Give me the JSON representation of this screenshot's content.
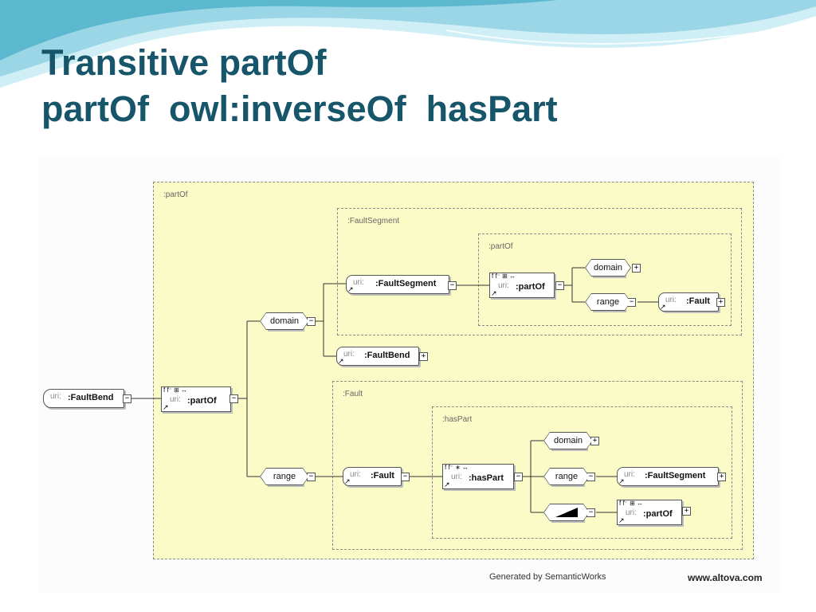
{
  "slide": {
    "title_line1": "Transitive partOf",
    "title_line2": "partOf  owl:inverseOf  hasPart"
  },
  "diagram": {
    "frames": {
      "outer": ":partOf",
      "fault_segment": ":FaultSegment",
      "inner_part_of": ":partOf",
      "fault": ":Fault",
      "has_part": ":hasPart"
    },
    "nodes": {
      "fault_bend_root": {
        "uri": "uri:",
        "name": ":FaultBend"
      },
      "part_of_main": {
        "flags": "f  f⁻ ⊞ ↔",
        "uri": "uri:",
        "name": ":partOf"
      },
      "domain_main": "domain",
      "range_main": "range",
      "fault_segment_class": {
        "uri": "uri:",
        "name": ":FaultSegment"
      },
      "fault_bend_class": {
        "uri": "uri:",
        "name": ":FaultBend"
      },
      "part_of_inner": {
        "flags": "f  f⁻ ⊞ ↔",
        "uri": "uri:",
        "name": ":partOf"
      },
      "domain_inner": "domain",
      "range_inner": "range",
      "fault_inner": {
        "uri": "uri:",
        "name": ":Fault"
      },
      "fault_class": {
        "uri": "uri:",
        "name": ":Fault"
      },
      "has_part_prop": {
        "flags": "f  f⁻ ∗ ↔",
        "uri": "uri:",
        "name": ":hasPart"
      },
      "domain_has": "domain",
      "range_has": "range",
      "fault_segment_range": {
        "uri": "uri:",
        "name": ":FaultSegment"
      },
      "part_of_inverse": {
        "flags": "f  f⁻ ⊞ ↔",
        "uri": "uri:",
        "name": ":partOf"
      }
    },
    "icons": {
      "expand": "+",
      "collapse": "−",
      "link_arrow": "↗"
    },
    "footer": {
      "generated_by": "Generated by SemanticWorks",
      "site": "www.altova.com"
    }
  },
  "colors": {
    "title": "#17556b",
    "outer_frame_fill": "#fbfbc8",
    "wave_dark": "#5bb8cf",
    "wave_light": "#cfeef5"
  }
}
